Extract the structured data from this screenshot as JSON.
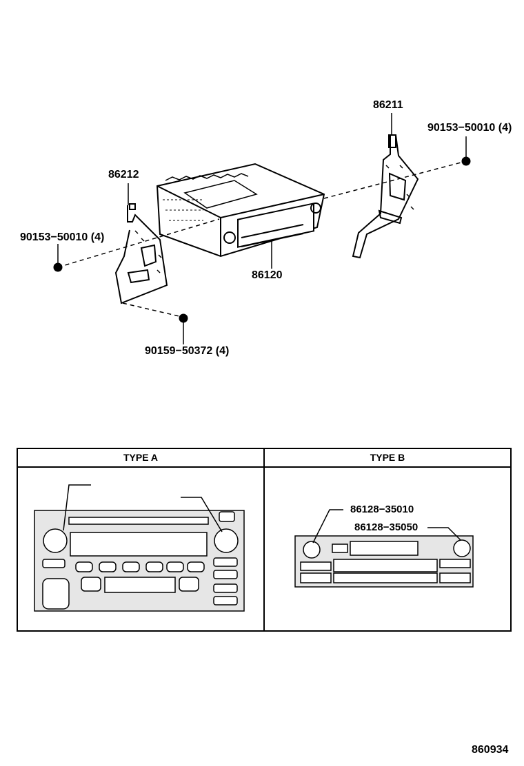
{
  "diagram": {
    "labels": {
      "bracket_right": "86211",
      "screw_right": "90153−50010 (4)",
      "bracket_left": "86212",
      "screw_left": "90153−50010 (4)",
      "radio_unit": "86120",
      "screw_bottom": "90159−50372 (4)",
      "knob_1": "86128−35010",
      "knob_2": "86128−35050",
      "figure_number": "860934"
    },
    "panels": {
      "type_a": "TYPE A",
      "type_b": "TYPE B"
    }
  }
}
